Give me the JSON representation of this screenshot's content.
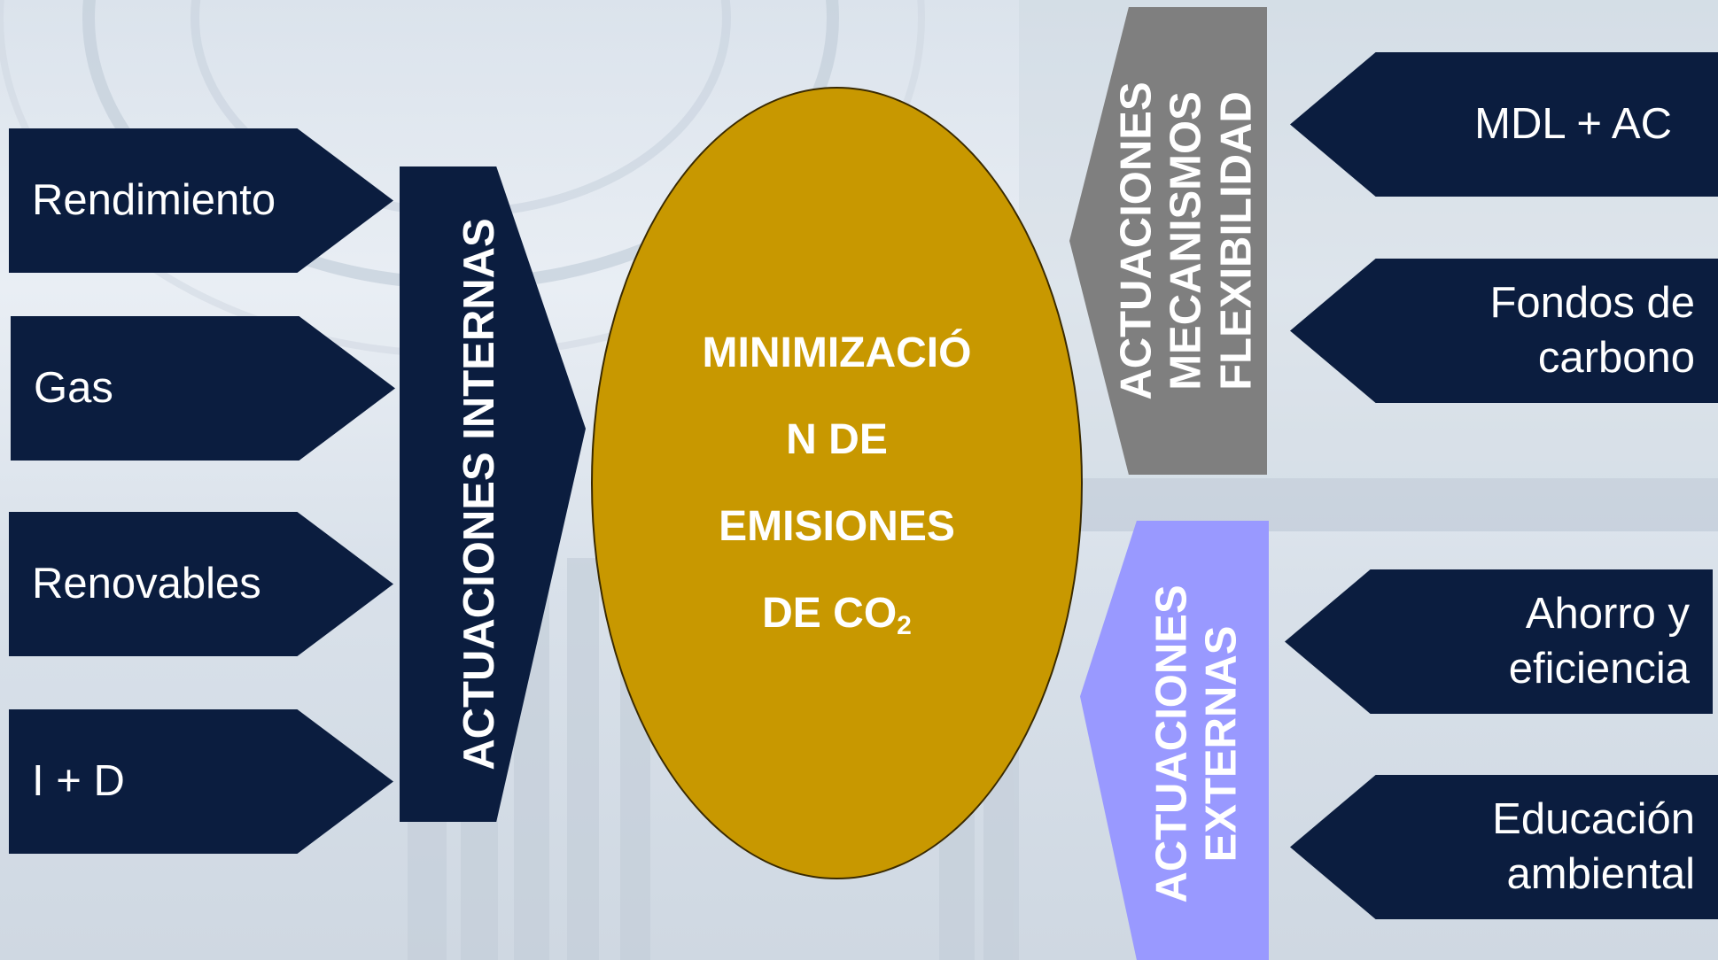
{
  "left_items": [
    "Rendimiento",
    "Gas",
    "Renovables",
    "I + D"
  ],
  "internal_banner": "ACTUACIONES INTERNAS",
  "center": {
    "line1": "MINIMIZACIÓ",
    "line2": "N DE",
    "line3": "EMISIONES",
    "line4_prefix": "DE CO",
    "line4_subscript": "2"
  },
  "flex_banner": {
    "line1": "ACTUACIONES",
    "line2": "MECANISMOS",
    "line3": "FLEXIBILIDAD"
  },
  "external_banner": {
    "line1": "ACTUACIONES",
    "line2": "EXTERNAS"
  },
  "right_items": {
    "mdl": "MDL + AC",
    "fondos_line1": "Fondos de",
    "fondos_line2": "carbono",
    "ahorro_line1": "Ahorro y",
    "ahorro_line2": "eficiencia",
    "educacion_line1": "Educación",
    "educacion_line2": "ambiental"
  },
  "colors": {
    "navy": "#0b1d3f",
    "gold": "#c89800",
    "gray": "#7f7f7f",
    "lavender": "#9999ff"
  }
}
